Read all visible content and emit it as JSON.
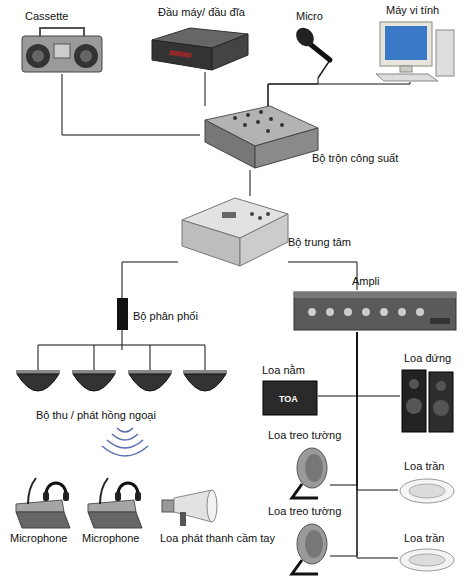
{
  "diagram": {
    "nodes": [
      {
        "text": [
          "Cassette"
        ]
      },
      {
        "text": [
          "Đầu máy/ đầu đĩa"
        ]
      },
      {
        "text": [
          "Micro"
        ]
      },
      {
        "text": [
          "Máy vi tính"
        ]
      },
      {
        "text": [
          "Bộ trộn công suất"
        ]
      },
      {
        "text": [
          "Bộ trung tâm"
        ]
      },
      {
        "text": [
          "Ampli"
        ]
      },
      {
        "text": [
          "Bộ phân phối"
        ]
      },
      {
        "text": [
          "Bộ thu / phát hồng ngoại"
        ]
      },
      {
        "text": [
          "Loa nằm"
        ]
      },
      {
        "text": [
          "Loa đứng"
        ]
      },
      {
        "text": [
          "Loa treo tường"
        ]
      },
      {
        "text": [
          "Loa trần"
        ]
      },
      {
        "text": [
          "Loa treo tường"
        ]
      },
      {
        "text": [
          "Microphone"
        ]
      },
      {
        "text": [
          "Microphone"
        ]
      },
      {
        "text": [
          "Loa phát thanh cầm tay"
        ]
      },
      {
        "text": [
          "Loa trần"
        ]
      }
    ],
    "edges": [
      {
        "from": 0,
        "to": 4,
        "arrow": "none"
      },
      {
        "from": 1,
        "to": 4,
        "arrow": "none"
      },
      {
        "from": 2,
        "to": 4,
        "arrow": "none"
      },
      {
        "from": 3,
        "to": 4,
        "arrow": "none"
      },
      {
        "from": 4,
        "to": 5,
        "arrow": "none"
      },
      {
        "from": 5,
        "to": 7,
        "arrow": "none"
      },
      {
        "from": 5,
        "to": 6,
        "arrow": "none"
      },
      {
        "from": 7,
        "to": 8,
        "arrow": "none"
      },
      {
        "from": 6,
        "to": 9,
        "arrow": "none"
      },
      {
        "from": 6,
        "to": 10,
        "arrow": "none"
      },
      {
        "from": 6,
        "to": 11,
        "arrow": "none"
      },
      {
        "from": 6,
        "to": 12,
        "arrow": "none"
      },
      {
        "from": 6,
        "to": 13,
        "arrow": "none"
      },
      {
        "from": 6,
        "to": 17,
        "arrow": "none"
      }
    ],
    "labels": [
      "TOA"
    ]
  }
}
